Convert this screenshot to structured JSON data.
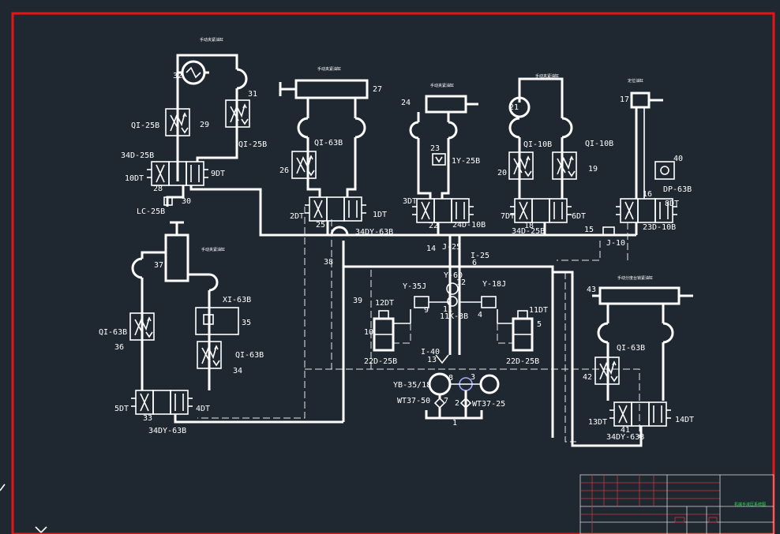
{
  "theme": {
    "background": "#1f2731",
    "frame": "#e81414",
    "line": "#ffffff",
    "title_text": "#27e04a"
  },
  "components": {
    "c32_label": "32",
    "c31_label": "31",
    "c29_label": "29",
    "c29_model": "QI-25B",
    "c31_model": "QI-25B",
    "valve28_model": "34D-25B",
    "valve28_label": "28",
    "sol_10dt": "10DT",
    "sol_9dt": "9DT",
    "c30_label": "30",
    "c30_model": "LC-25B",
    "c27_label": "27",
    "c26_label": "26",
    "c26_model": "QI-63B",
    "valve25_model": "34DY-63B",
    "valve25_label": "25",
    "sol_2dt": "2DT",
    "sol_1dt": "1DT",
    "c24_label": "24",
    "c23_label": "23",
    "c23_model": "1Y-25B",
    "valve22_model": "24D-10B",
    "valve22_label": "22",
    "sol_3dt": "3DT",
    "c21_label": "21",
    "c20_label": "20",
    "c20_model": "QI-10B",
    "c19_label": "19",
    "c19_model": "QI-10B",
    "valve18_model": "34D-25B",
    "valve18_label": "18",
    "sol_7dt": "7DT",
    "sol_6dt": "6DT",
    "c17_label": "17",
    "c40_label": "40",
    "c40_model": "DP-63B",
    "valve16_model": "23D-10B",
    "valve16_label": "16",
    "sol_8dt": "8DT",
    "c15_label": "15",
    "c15_model": "J-10",
    "c14_label": "14",
    "c14_model": "J-25",
    "c6_label": "6",
    "c6_model": "I-25",
    "c38_label": "38",
    "c39_label": "39",
    "c37_label": "37",
    "c35_label": "35",
    "c35_model": "XI-63B",
    "c36_label": "36",
    "c36_model": "QI-63B",
    "c34_label": "34",
    "c34_model": "QI-63B",
    "valve33_model": "34DY-63B",
    "valve33_label": "33",
    "sol_5dt": "5DT",
    "sol_4dt": "4DT",
    "c12_label": "12",
    "c12_model": "Y-60",
    "c9_label": "9",
    "c9_model": "Y-35J",
    "c4_label": "4",
    "c4_model": "Y-18J",
    "c11_label": "11",
    "c11_model": "11K-3B",
    "c10_label": "10",
    "c10_model": "22D-25B",
    "sol_12dt": "12DT",
    "c5_label": "5",
    "c5_model": "22D-25B",
    "sol_11dt": "11DT",
    "c13_label": "13",
    "c13_model": "I-40",
    "c8_label": "8",
    "c8_model": "YB-35/18",
    "c3_label": "3",
    "c7_label": "7",
    "c7_model": "WT37-50",
    "c2_label": "2",
    "c2_model": "WT37-25",
    "c1_label": "1",
    "c43_label": "43",
    "c42_label": "42",
    "c42_model": "QI-63B",
    "valve41_model": "34DY-63B",
    "valve41_label": "41",
    "sol_13dt": "13DT",
    "sol_14dt": "14DT"
  }
}
